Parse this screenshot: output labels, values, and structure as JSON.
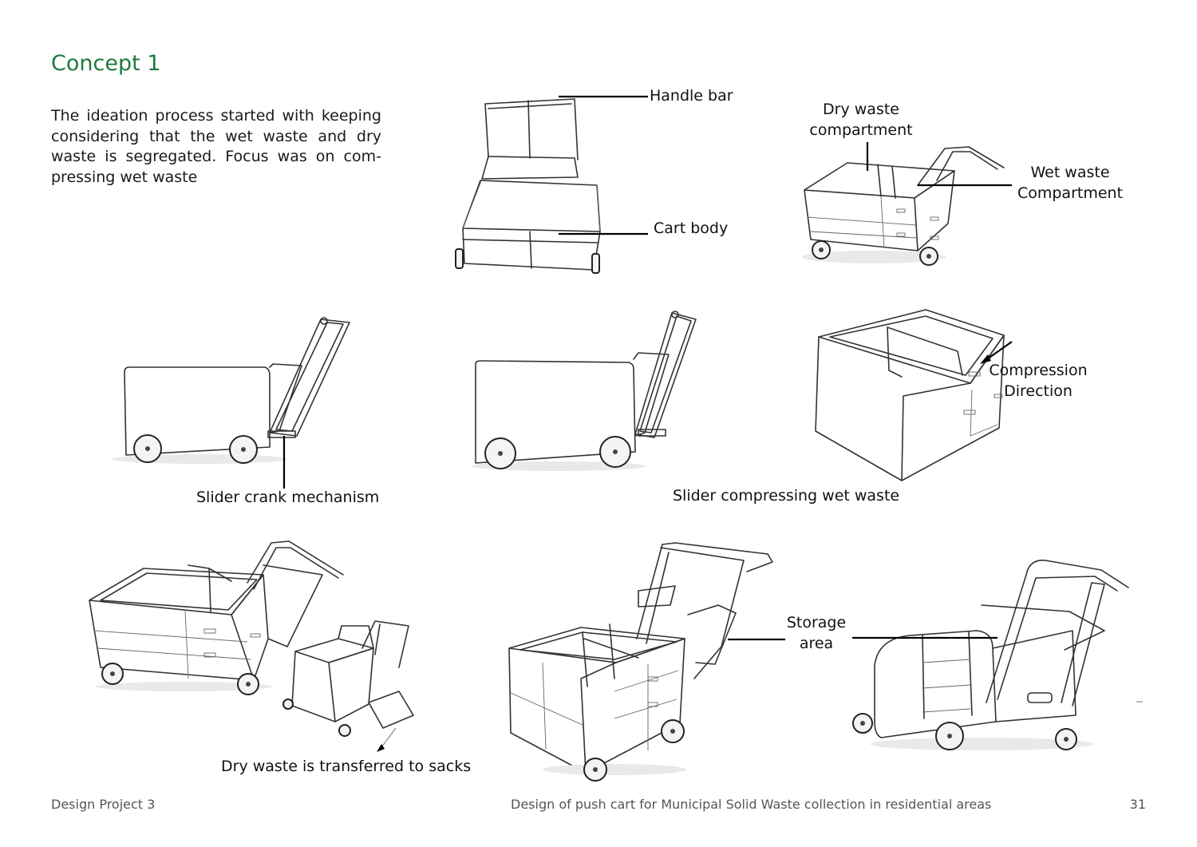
{
  "page": {
    "title": "Concept 1",
    "intro": "The ideation process started with keeping considering that the wet waste and dry waste is segregated. Focus was on com-pressing wet waste"
  },
  "labels": {
    "handle_bar": "Handle bar",
    "cart_body": "Cart body",
    "dry_waste_compartment": [
      "Dry waste",
      "compartment"
    ],
    "wet_waste_compartment": [
      "Wet waste",
      "Compartment"
    ],
    "slider_crank": "Slider crank mechanism",
    "slider_compressing": "Slider compressing wet waste",
    "compression_direction": [
      "Compression",
      "Direction"
    ],
    "storage_area": [
      "Storage",
      "area"
    ],
    "dry_waste_sacks": "Dry waste is transferred to sacks"
  },
  "footer": {
    "left": "Design Project 3",
    "center": "Design of push cart for Municipal Solid Waste collection in residential areas",
    "page_number": "31"
  },
  "colors": {
    "title": "#1f7a3e",
    "text": "#1a1a1a",
    "footer": "#555555"
  }
}
